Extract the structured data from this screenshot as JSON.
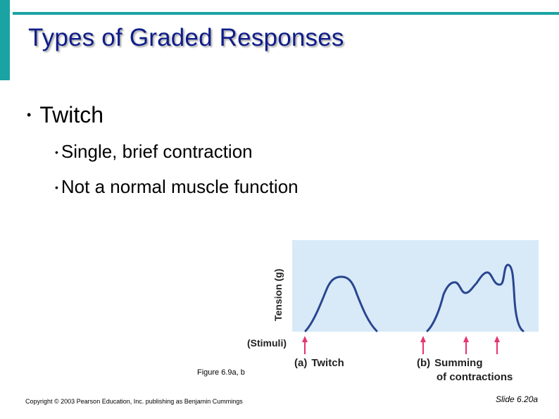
{
  "title": "Types of Graded Responses",
  "bullets": [
    {
      "text": "Twitch",
      "sub": [
        "Single, brief contraction",
        "Not a normal muscle function"
      ]
    }
  ],
  "figure": {
    "ylabel": "Tension (g)",
    "stimuli_label": "(Stimuli)",
    "panel_a": {
      "letter": "(a)",
      "label": "Twitch"
    },
    "panel_b": {
      "letter": "(b)",
      "label_line1": "Summing",
      "label_line2": "of contractions"
    },
    "colors": {
      "panel_bg": "#d8eaf8",
      "curve": "#2a4690",
      "arrow": "#e6346e"
    }
  },
  "caption": "Figure 6.9a, b",
  "copyright": "Copyright © 2003 Pearson Education, Inc. publishing as Benjamin Cummings",
  "slide_number": "Slide 6.20a",
  "bullet_glyph": "•"
}
